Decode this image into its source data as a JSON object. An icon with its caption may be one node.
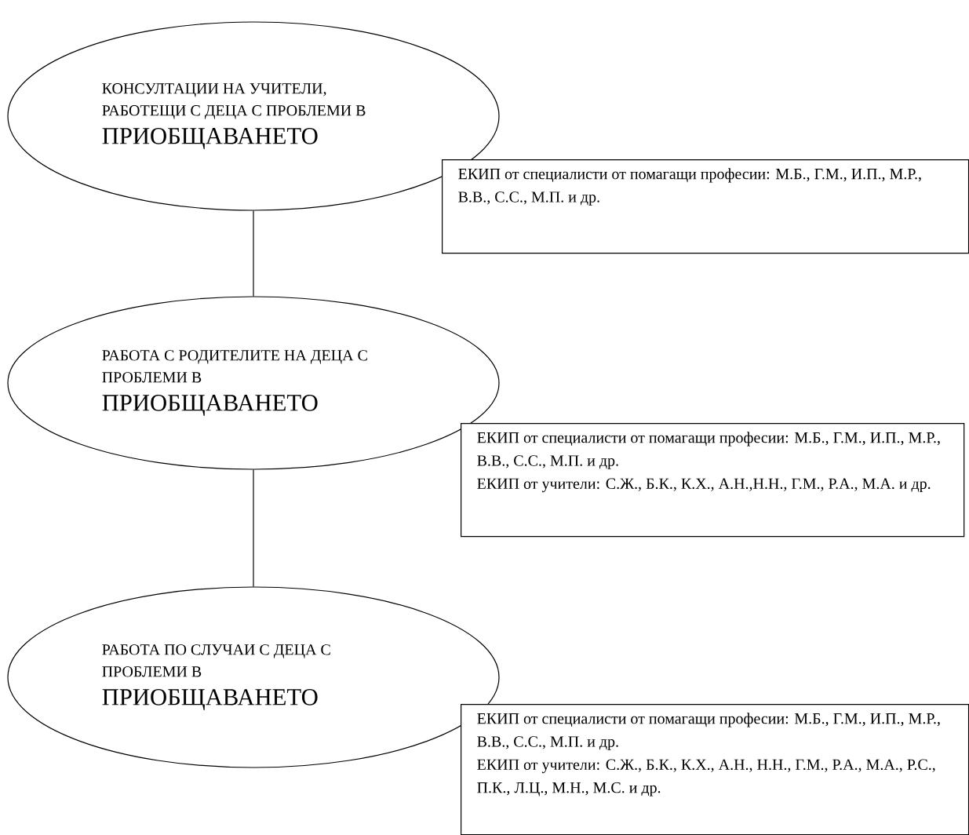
{
  "diagram": {
    "nodes": [
      {
        "text": [
          "КОНСУЛТАЦИИ НА УЧИТЕЛИ, РАБОТЕЩИ С ДЕЦА С ПРОБЛЕМИ В",
          "ПРИОБЩАВАНЕТО"
        ]
      },
      {
        "text": [
          "ЕКИП от специалисти от помагащи професии: М.Б., Г.М., И.П., М.Р., В.В., С.С., М.П. и др."
        ]
      },
      {
        "text": [
          "РАБОТА С РОДИТЕЛИТЕ НА ДЕЦА С ПРОБЛЕМИ В",
          "ПРИОБЩАВАНЕТО"
        ]
      },
      {
        "text": [
          "ЕКИП от специалисти от помагащи професии: М.Б., Г.М., И.П., М.Р., В.В., С.С., М.П. и др.",
          "ЕКИП от учители: С.Ж., Б.К., К.Х., А.Н.,Н.Н., Г.М., Р.А., М.А. и др."
        ]
      },
      {
        "text": [
          "РАБОТА ПО СЛУЧАИ С ДЕЦА С ПРОБЛЕМИ В",
          "ПРИОБЩАВАНЕТО"
        ]
      },
      {
        "text": [
          "ЕКИП от специалисти от помагащи професии: М.Б., Г.М., И.П., М.Р., В.В., С.С., М.П. и др.",
          "ЕКИП от учители: С.Ж., Б.К., К.Х., А.Н., Н.Н., Г.М., Р.А., М.А., Р.С., П.К., Л.Ц., М.Н., М.С. и др."
        ]
      }
    ],
    "edges": [
      {
        "from": 0,
        "to": 2,
        "arrow": "none"
      },
      {
        "from": 2,
        "to": 4,
        "arrow": "none"
      }
    ]
  }
}
